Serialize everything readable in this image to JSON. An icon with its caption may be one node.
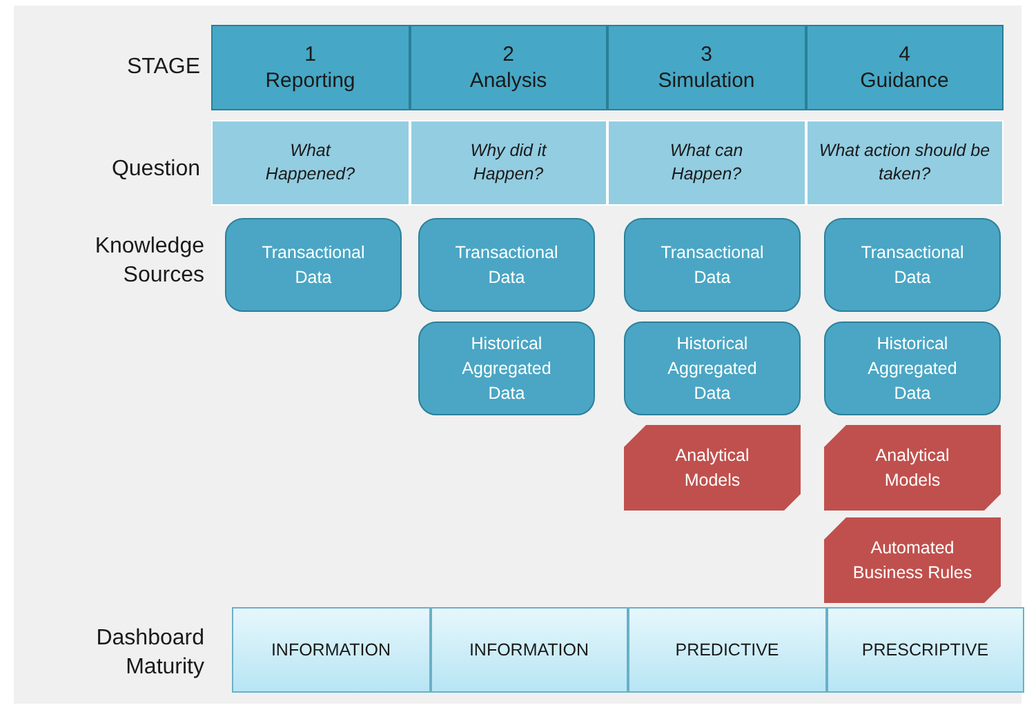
{
  "diagram": {
    "nodes": [
      {
        "text": [
          "1 Reporting"
        ]
      },
      {
        "text": [
          "2 Analysis"
        ]
      },
      {
        "text": [
          "3 Simulation"
        ]
      },
      {
        "text": [
          "4 Guidance"
        ]
      },
      {
        "text": [
          "What Happened?"
        ]
      },
      {
        "text": [
          "Why did it Happen?"
        ]
      },
      {
        "text": [
          "What can Happen?"
        ]
      },
      {
        "text": [
          "What action should be taken?"
        ]
      },
      {
        "text": [
          "Transactional Data"
        ]
      },
      {
        "text": [
          "Transactional Data"
        ]
      },
      {
        "text": [
          "Transactional Data"
        ]
      },
      {
        "text": [
          "Transactional Data"
        ]
      },
      {
        "text": [
          "Historical Aggregated Data"
        ]
      },
      {
        "text": [
          "Historical Aggregated Data"
        ]
      },
      {
        "text": [
          "Historical Aggregated Data"
        ]
      },
      {
        "text": [
          "Analytical Models"
        ]
      },
      {
        "text": [
          "Analytical Models"
        ]
      },
      {
        "text": [
          "Automated Business Rules"
        ]
      },
      {
        "text": [
          "INFORMATION"
        ]
      },
      {
        "text": [
          "INFORMATION"
        ]
      },
      {
        "text": [
          "PREDICTIVE"
        ]
      },
      {
        "text": [
          "PRESCRIPTIVE"
        ]
      }
    ],
    "edges": [],
    "labels": [
      "STAGE",
      "Question",
      "Knowledge Sources",
      "Dashboard Maturity"
    ]
  }
}
